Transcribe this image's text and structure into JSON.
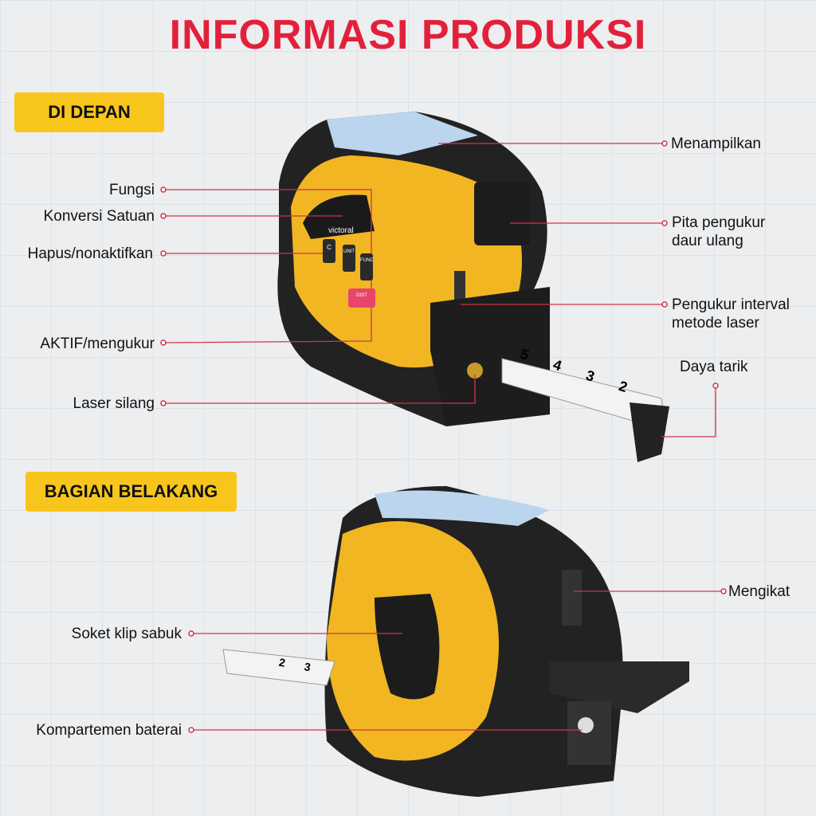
{
  "title": "INFORMASI PRODUKSI",
  "sections": {
    "front": "DI DEPAN",
    "back": "BAGIAN BELAKANG"
  },
  "front_labels": {
    "fungsi": "Fungsi",
    "konversi": "Konversi Satuan",
    "hapus": "Hapus/nonaktifkan",
    "aktif": "AKTIF/mengukur",
    "laser_silang": "Laser silang",
    "menampilkan": "Menampilkan",
    "pita": "Pita pengukur\ndaur ulang",
    "pita_1": "Pita pengukur",
    "pita_2": "daur ulang",
    "interval_1": "Pengukur interval",
    "interval_2": "metode laser",
    "daya": "Daya tarik"
  },
  "back_labels": {
    "soket": "Soket klip sabuk",
    "kompartemen": "Kompartemen baterai",
    "mengikat": "Mengikat"
  },
  "device": {
    "brand": "victoral",
    "buttons": [
      "C",
      "UNIT",
      "FUNC",
      "DIST"
    ],
    "tape_numbers": [
      "5",
      "4",
      "3",
      "2"
    ],
    "back_tape_numbers": [
      "2",
      "3"
    ]
  },
  "colors": {
    "title": "#e3203a",
    "tag": "#f8c51c",
    "body": "#f2b623",
    "dark": "#222222",
    "line": "#d0344a"
  }
}
